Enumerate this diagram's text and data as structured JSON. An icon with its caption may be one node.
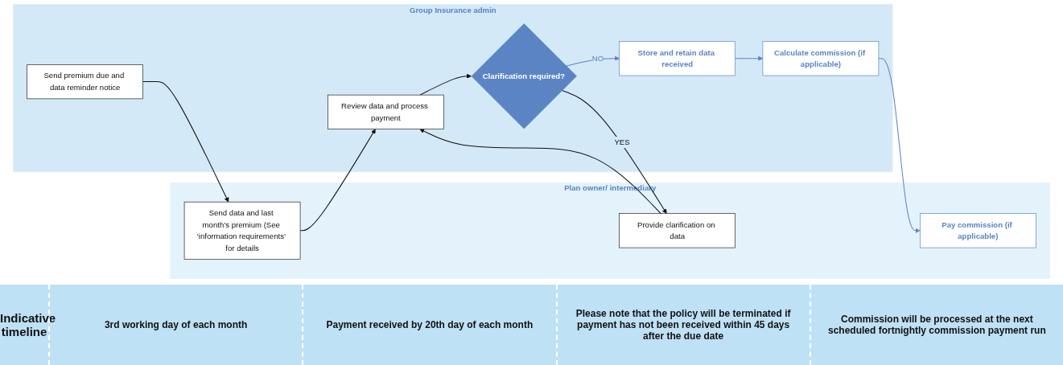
{
  "diagram": {
    "nodes": [
      {
        "text": [
          "Plan owner/ intermediary"
        ]
      },
      {
        "text": [
          "Send data and last month’s premium (See ‘information requirements’ for details"
        ],
        "in": 0
      },
      {
        "text": [
          "Provide clarification on data"
        ],
        "in": 0
      },
      {
        "text": [
          "Pay commission (if applicable)"
        ],
        "in": 0
      },
      {
        "text": [
          "Group Insurance admin"
        ]
      },
      {
        "text": [
          "Send premium due and data reminder notice"
        ],
        "in": 4
      },
      {
        "text": [
          "Review data and process payment"
        ],
        "in": 4
      },
      {
        "text": [
          "Clarification required?"
        ],
        "in": 4
      },
      {
        "text": [
          "Store and retain data received"
        ],
        "in": 4
      },
      {
        "text": [
          "Calculate commission (if applicable)"
        ],
        "in": 4
      }
    ],
    "edges": [
      {
        "from": 5,
        "to": 1,
        "arrow": "to"
      },
      {
        "from": 1,
        "to": 6,
        "arrow": "to"
      },
      {
        "from": 2,
        "to": 6,
        "arrow": "to"
      },
      {
        "from": 6,
        "to": 7,
        "arrow": "to"
      },
      {
        "from": 7,
        "to": 2,
        "label": "YES",
        "arrow": "to"
      },
      {
        "from": 7,
        "to": 8,
        "label": "NO",
        "arrow": "to",
        "color": "#5b84c4"
      },
      {
        "from": 8,
        "to": 9,
        "arrow": "to",
        "color": "#5b84c4"
      },
      {
        "from": 9,
        "to": 3,
        "arrow": "to",
        "color": "#5b84c4"
      }
    ],
    "labels": [
      "Indicative timeline",
      "3rd working day of each month",
      "Payment received by 20th day of each month",
      "Please note that the policy will be terminated if payment has not been received within 45 days after the due date",
      "Commission will be processed at the next scheduled fortnightly commission payment run"
    ]
  }
}
